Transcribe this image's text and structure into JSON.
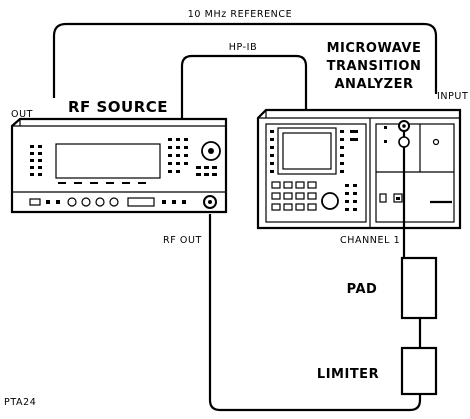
{
  "diagram": {
    "reference_label": "10 MHz REFERENCE",
    "hpib_label": "HP-IB",
    "analyzer_title": [
      "MICROWAVE",
      "TRANSITION",
      "ANALYZER"
    ],
    "rf_source_title": "RF SOURCE",
    "out_label": "OUT",
    "input_label": "INPUT",
    "rf_out_label": "RF OUT",
    "channel_label": "CHANNEL 1",
    "pad_label": "PAD",
    "limiter_label": "LIMITER",
    "figure_code": "PTA24"
  }
}
